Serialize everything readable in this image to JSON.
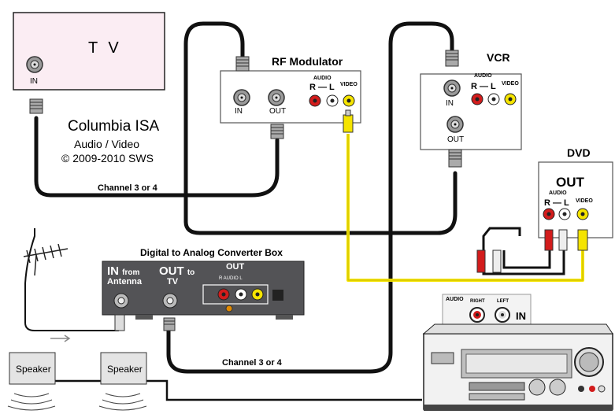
{
  "tv": {
    "title": "T V",
    "in_label": "IN"
  },
  "credits": {
    "line1": "Columbia ISA",
    "line2": "Audio / Video",
    "line3": "© 2009-2010 SWS"
  },
  "cables": {
    "channel_upper": "Channel 3 or 4",
    "channel_lower": "Channel 3 or 4"
  },
  "rf_modulator": {
    "title": "RF Modulator",
    "in_label": "IN",
    "out_label": "OUT",
    "audio_label": "AUDIO",
    "rl_label": "R — L",
    "video_label": "VIDEO"
  },
  "vcr": {
    "title": "VCR",
    "in_label": "IN",
    "out_label": "OUT",
    "audio_label": "AUDIO",
    "rl_label": "R — L",
    "video_label": "VIDEO"
  },
  "dvd": {
    "title": "DVD",
    "out_label": "OUT",
    "audio_label": "AUDIO",
    "rl_label": "R — L",
    "video_label": "VIDEO"
  },
  "converter": {
    "title": "Digital to Analog Converter Box",
    "in_label": "IN",
    "in_from": "from",
    "in_antenna": "Antenna",
    "out_label": "OUT",
    "out_to": "to",
    "out_tv": "TV",
    "out_group_label": "OUT",
    "small_print": "R AUDIO L"
  },
  "receiver": {
    "audio_label": "AUDIO",
    "right_label": "RIGHT",
    "left_label": "LEFT",
    "in_label": "IN"
  },
  "speakers": [
    {
      "label": "Speaker"
    },
    {
      "label": "Speaker"
    }
  ],
  "colors": {
    "cable": "#111111",
    "video_cable": "#f5e400",
    "audio_red": "#d21c1c",
    "audio_white": "#ffffff",
    "tv_fill": "#fbedf3",
    "converter_fill": "#535356"
  }
}
